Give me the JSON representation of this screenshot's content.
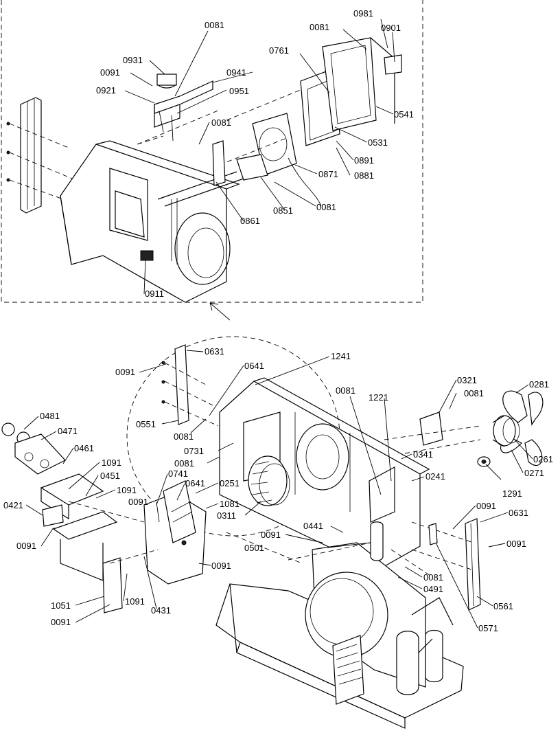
{
  "labels": {
    "l0081a": "0081",
    "l0981": "0981",
    "l0081b": "0081",
    "l0901": "0901",
    "l0931": "0931",
    "l0761": "0761",
    "l0091a": "0091",
    "l0941": "0941",
    "l0921": "0921",
    "l0951": "0951",
    "l0541": "0541",
    "l0081c": "0081",
    "l0531": "0531",
    "l0891": "0891",
    "l0871": "0871",
    "l0881": "0881",
    "l0081d": "0081",
    "l0851": "0851",
    "l0861": "0861",
    "l0911": "0911",
    "l0631a": "0631",
    "l1241": "1241",
    "l0091b": "0091",
    "l0641a": "0641",
    "l0321": "0321",
    "l0281": "0281",
    "l0081e": "0081",
    "l1221": "1221",
    "l0081f": "0081",
    "l0551": "0551",
    "l0481": "0481",
    "l0081g": "0081",
    "l0471": "0471",
    "l0731": "0731",
    "l0081h": "0081",
    "l0341": "0341",
    "l0261": "0261",
    "l0271": "0271",
    "l0461": "0461",
    "l1091a": "1091",
    "l0741": "0741",
    "l0251": "0251",
    "l0451": "0451",
    "l0641b": "0641",
    "l1291": "1291",
    "l1091b": "1091",
    "l0241": "0241",
    "l0091c": "0091",
    "l0421": "0421",
    "l1081": "1081",
    "l0311": "0311",
    "l0091d": "0091",
    "l0631b": "0631",
    "l0441": "0441",
    "l0091e": "0091",
    "l0091f": "0091",
    "l0501": "0501",
    "l0091g": "0091",
    "l0081i": "0081",
    "l0491": "0491",
    "l1051": "1051",
    "l1091c": "1091",
    "l0561": "0561",
    "l0091h": "0091",
    "l0431": "0431",
    "l0571": "0571"
  }
}
